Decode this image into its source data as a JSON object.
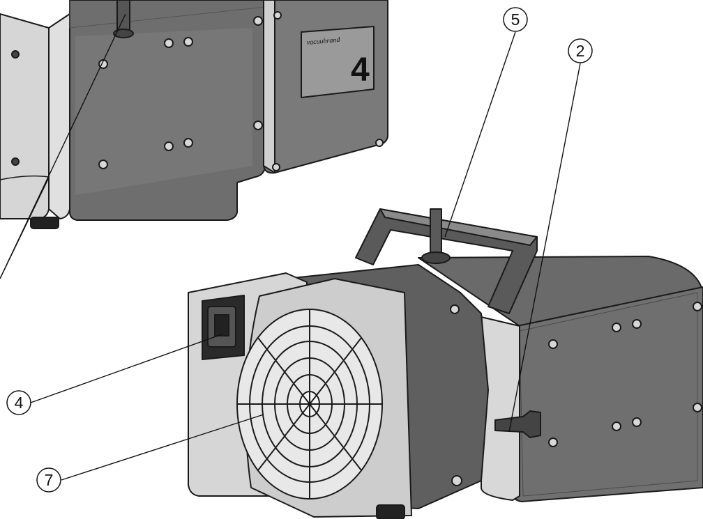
{
  "brand_label": "vacuubrand",
  "model_number": "4",
  "callouts": [
    {
      "id": "callout-5",
      "label": "5"
    },
    {
      "id": "callout-2",
      "label": "2"
    },
    {
      "id": "callout-4",
      "label": "4"
    },
    {
      "id": "callout-7",
      "label": "7"
    }
  ],
  "colors": {
    "body_dark": "#6e6e6e",
    "body_mid": "#8c8c8c",
    "body_light": "#c8c8c8",
    "frame": "#dcdcdc",
    "outline": "#1a1a1a",
    "background": "#ffffff"
  }
}
